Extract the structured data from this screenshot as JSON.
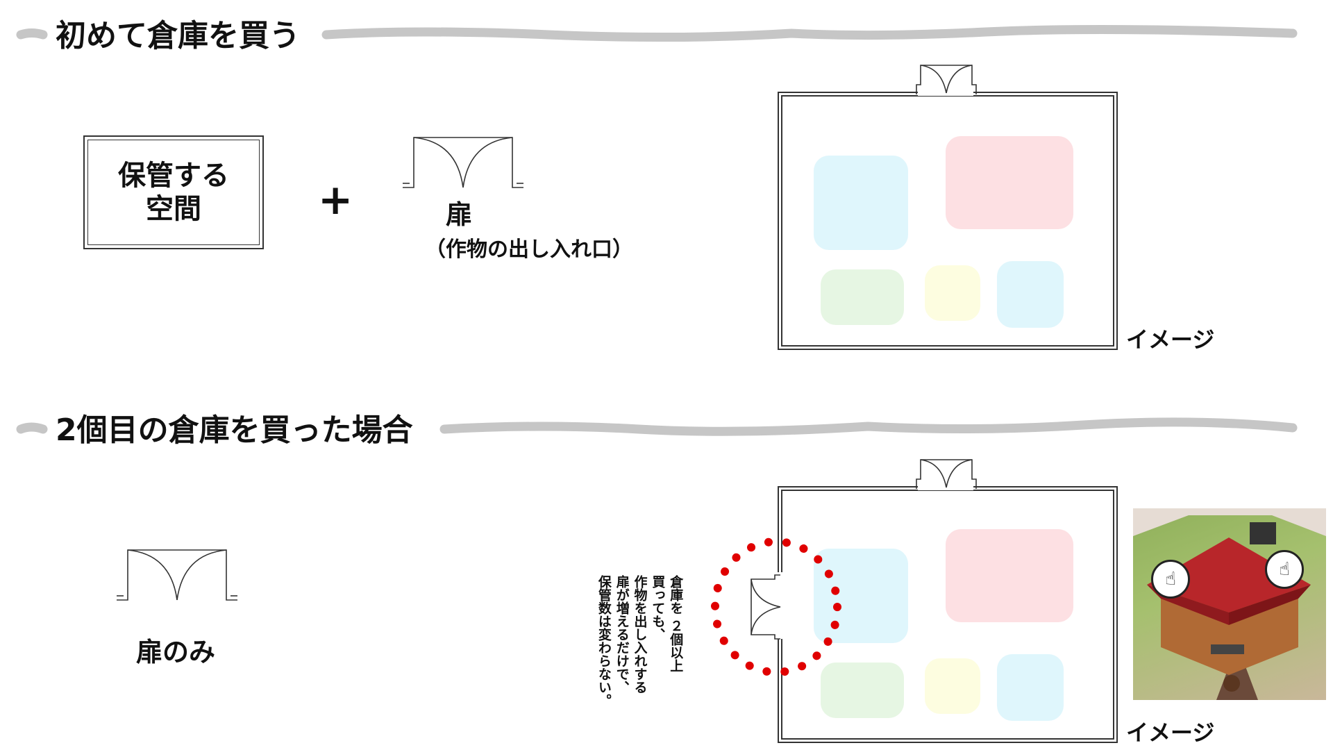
{
  "section1": {
    "heading": "初めて倉庫を買う",
    "box_line1": "保管する",
    "box_line2": "空間",
    "plus": "+",
    "door_label": "扉",
    "door_sub": "（作物の出し入れ口）",
    "image_label": "イメージ"
  },
  "section2": {
    "heading": "2個目の倉庫を買った場合",
    "door_label": "扉のみ",
    "note_lines": [
      "倉庫を ２個以上",
      "買っても、",
      "作物を出し入れする",
      "扉が増えるだけで、",
      "保管数は変わらない。"
    ],
    "image_label": "イメージ"
  },
  "colors": {
    "blue": "#dff6fc",
    "pink": "#fde0e3",
    "green": "#e6f6e3",
    "yellow": "#fdfde0",
    "highlight": "#e00000",
    "brush": "#c6c6c6"
  },
  "icons": [
    "brush-divider",
    "door-icon",
    "tap-hand-icon",
    "warehouse-photo"
  ]
}
